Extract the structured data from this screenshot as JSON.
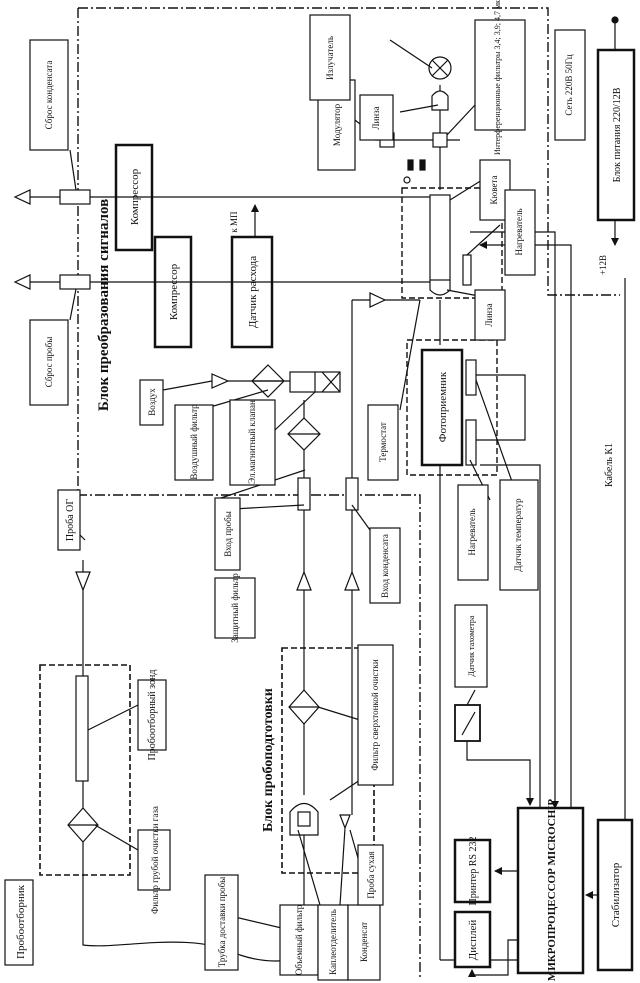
{
  "labels": {
    "probootbornik": "Пробоотборник",
    "proba_og": "Проба ОГ",
    "proboot_zond": "Пробоотборный зонд",
    "filtr_gruboy": "Фильтр грубой очистки газа",
    "trubka": "Трубка доставки пробы",
    "obemny_filtr": "Объемный фильтр",
    "kapleotdelitel": "Каплеотделитель",
    "kondensat": "Конденсат",
    "proba_suhaya": "Проба сухая",
    "filtr_sverhtonkoy": "Фильтр сверхтонкой очистки",
    "blok_probopodgotovki": "Блок пробоподготовки",
    "vhod_proby": "Вход пробы",
    "vhod_kondensata": "Вход конденсата",
    "zaschitny_filtr": "Защитный фильтр",
    "vozduh": "Воздух",
    "vozdushny_filtr": "Воздушный фильтр",
    "el_klapan": "Эл.магнитный клапан",
    "termostat": "Термостат",
    "sbros_proby": "Сброс пробы",
    "sbros_kondensata": "Сброс конденсата",
    "kompressor1": "Компрессор",
    "kompressor2": "Компрессор",
    "datchik_rashoda": "Датчик расхода",
    "k_mp": "к МП",
    "blok_preobr": "Блок преобразования сигналов",
    "modulyator": "Модулятор",
    "izluchatel": "Излучатель",
    "linza_top": "Линза",
    "interf_filtry": "Интерференционные фильтры 3,4; 3,9; 4,7 мкм",
    "kyuveta": "Кювета",
    "nagrevatel_top": "Нагреватель",
    "linza_bottom": "Линза",
    "fotopriemnik": "Фотоприемник",
    "nagrevatel_bottom": "Нагреватель",
    "datchik_temp": "Датчик температур",
    "set": "Сеть 220В 50Гц",
    "blok_pitaniya": "Блок питания 220/12В",
    "plus12v": "+12В",
    "kabel": "Кабель К1",
    "datchik_tahometra": "Датчик тахометра",
    "displey": "Дисплей",
    "printer": "Принтер RS 232",
    "mikroprocessor": "МИКРОПРОЦЕССОР MICROCHIP",
    "stabilizator": "Стабилизатор"
  }
}
